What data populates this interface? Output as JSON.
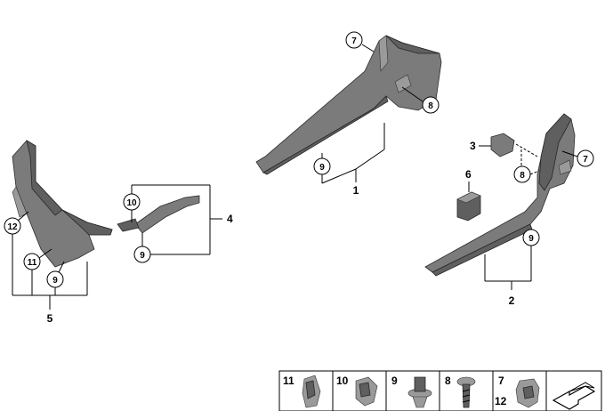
{
  "callouts": {
    "c7_top": "7",
    "c8_top": "8",
    "c9_center": "9",
    "c1": "1",
    "c10": "10",
    "c4": "4",
    "c9_mid": "9",
    "c12_left": "12",
    "c11_left": "11",
    "c9_left": "9",
    "c5": "5",
    "c3": "3",
    "c7_right": "7",
    "c8_right": "8",
    "c6": "6",
    "c9_right": "9",
    "c2": "2"
  },
  "legend": {
    "items": [
      "11",
      "10",
      "9",
      "8",
      "7",
      "12"
    ]
  }
}
